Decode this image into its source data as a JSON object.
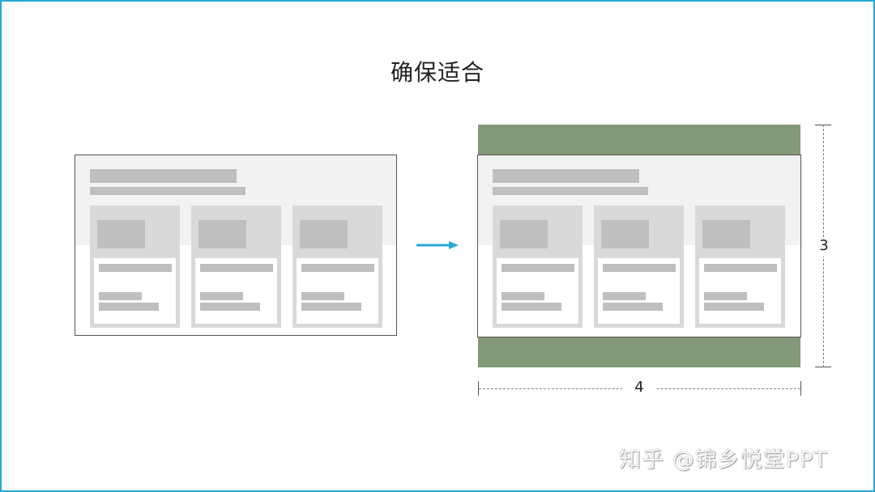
{
  "title": "确保适合",
  "left_mockup": {
    "label": "original-layout",
    "cards": 3
  },
  "right_mockup": {
    "label": "fitted-layout",
    "letterbox_color": "#84987a",
    "cards": 3
  },
  "arrow": {
    "color": "#29a9d6"
  },
  "dimensions": {
    "height_label": "3",
    "width_label": "4"
  },
  "watermark": "知乎 @锦乡悦堂PPT",
  "colors": {
    "frame_border": "#29a9d6",
    "placeholder_bar": "#bfbfbf",
    "card_bg": "#d9d9d9",
    "band_bg": "#f2f2f2",
    "letterbox": "#84987a"
  }
}
